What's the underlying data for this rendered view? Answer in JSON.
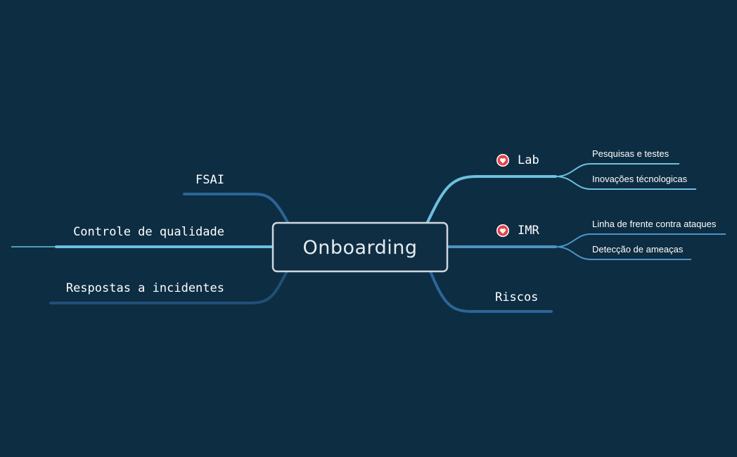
{
  "central": {
    "title": "Onboarding"
  },
  "right_branches": [
    {
      "label": "Lab",
      "icon": "heart-icon",
      "subtopics": [
        "Pesquisas e testes",
        "Inovações técnologicas"
      ]
    },
    {
      "label": "IMR",
      "icon": "heart-icon",
      "subtopics": [
        "Linha de frente contra ataques",
        "Detecção de ameaças"
      ]
    },
    {
      "label": "Riscos",
      "subtopics": []
    }
  ],
  "left_branches": [
    {
      "label": "FSAI"
    },
    {
      "label": "Controle de qualidade"
    },
    {
      "label": "Respostas a incidentes"
    }
  ],
  "colors": {
    "background": "#0d2d43",
    "central_fill": "#0f2e44",
    "central_border": "#cfd8de",
    "branch_light": "#6cc0de",
    "branch_mid": "#4d93c3",
    "branch_dark": "#2b6596",
    "branch_darkest": "#214f78",
    "icon_red": "#e4444b"
  }
}
